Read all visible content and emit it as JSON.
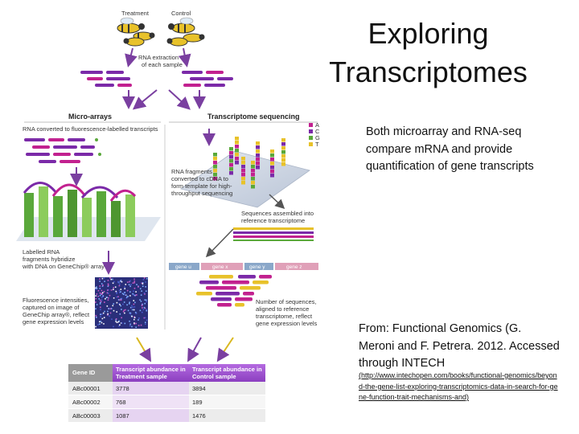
{
  "slide": {
    "title_line1": "Exploring",
    "title_line2": "Transcriptomes",
    "summary": "Both microarray and RNA-seq compare mRNA and provide quantification of gene transcripts",
    "source_text": "From: Functional Genomics (G. Meroni and F. Petrera. 2012. Accessed through INTECH",
    "source_link": "(http://www.intechopen.com/books/functional-genomics/beyond-the-gene-list-exploring-transcriptomics-data-in-search-for-gene-function-trait-mechanisms-and)"
  },
  "figure": {
    "treatment_label": "Treatment",
    "control_label": "Control",
    "rna_extraction": [
      "RNA extraction",
      "of each sample"
    ],
    "microarrays_heading": "Micro-arrays",
    "rnaseq_heading": "Transcriptome sequencing",
    "microarray_step1": "RNA converted to fluorescence-labelled transcripts",
    "microarray_step2": [
      "Labelled RNA",
      "fragments hybridize",
      "with DNA on GeneChip® array"
    ],
    "microarray_step3": [
      "Fluorescence intensities,",
      "captured on image of",
      "GeneChip array®, reflect",
      "gene expression levels"
    ],
    "rnaseq_step1": [
      "RNA fragments",
      "converted  to cDNA to",
      "form template for high-",
      "throughput sequencing"
    ],
    "rnaseq_step2": [
      "Sequences assembled into",
      "reference transcriptome"
    ],
    "rnaseq_step3": [
      "Number of sequences,",
      "aligned to reference",
      "transcriptome, reflect",
      "gene expression levels"
    ],
    "nucleotides": [
      "A",
      "C",
      "G",
      "T"
    ],
    "gene_labels": [
      "gene u",
      "gene x",
      "gene y",
      "gene z"
    ],
    "colors": {
      "purple": "#7b2aa8",
      "magenta": "#c2218f",
      "green": "#5aa83a",
      "yellow": "#e8c22a",
      "arrow": "#7a3fa0",
      "table_header": "#9a4fc8"
    }
  },
  "table": {
    "headers": [
      "Gene ID",
      "Transcript abundance in Treatment sample",
      "Transcript abundance in Control sample"
    ],
    "header_lines": [
      [
        "Gene ID"
      ],
      [
        "Transcript abundance in",
        "Treatment sample"
      ],
      [
        "Transcript abundance in",
        "Control sample"
      ]
    ],
    "rows": [
      [
        "ABc00001",
        "3778",
        "3894"
      ],
      [
        "ABc00002",
        "768",
        "189"
      ],
      [
        "ABc00003",
        "1087",
        "1476"
      ]
    ]
  }
}
